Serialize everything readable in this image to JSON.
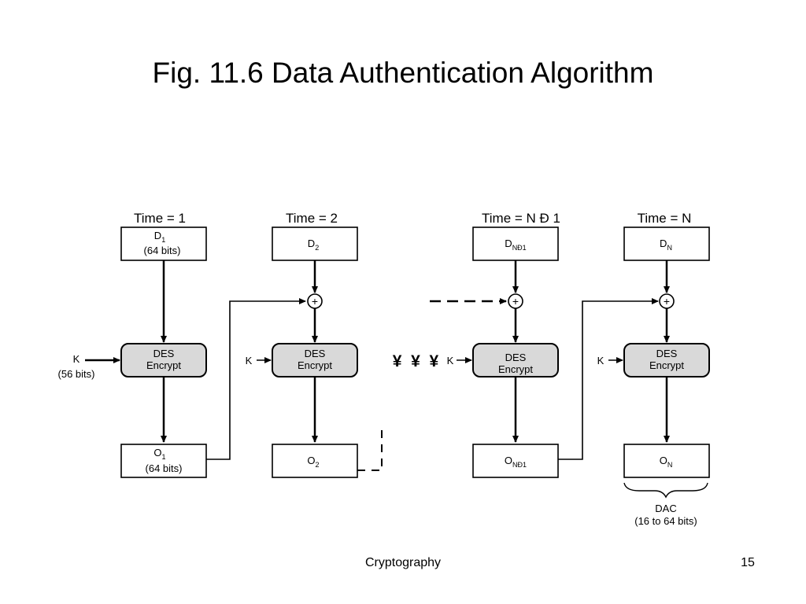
{
  "slide": {
    "title": "Fig. 11.6 Data Authentication Algorithm",
    "footer": "Cryptography",
    "page_number": "15"
  },
  "diagram": {
    "stages": [
      {
        "time_label": "Time = 1",
        "data": {
          "name": "D",
          "sub": "1",
          "extra": "(64 bits)"
        },
        "cipher": [
          "DES",
          "Encrypt"
        ],
        "output": {
          "name": "O",
          "sub": "1",
          "extra": "(64 bits)"
        },
        "key_label": "K",
        "key_extra": "(56 bits)"
      },
      {
        "time_label": "Time = 2",
        "data": {
          "name": "D",
          "sub": "2",
          "extra": ""
        },
        "cipher": [
          "DES",
          "Encrypt"
        ],
        "output": {
          "name": "O",
          "sub": "2",
          "extra": ""
        },
        "key_label": "K"
      },
      {
        "time_label": "Time = N Đ 1",
        "data": {
          "name": "D",
          "sub": "NĐ1",
          "extra": ""
        },
        "cipher": [
          "DES",
          "Encrypt"
        ],
        "output": {
          "name": "O",
          "sub": "NĐ1",
          "extra": ""
        },
        "key_label": "K"
      },
      {
        "time_label": "Time = N",
        "data": {
          "name": "D",
          "sub": "N",
          "extra": ""
        },
        "cipher": [
          "DES",
          "Encrypt"
        ],
        "output": {
          "name": "O",
          "sub": "N",
          "extra": ""
        },
        "key_label": "K"
      }
    ],
    "ellipsis": "¥  ¥  ¥",
    "dac_label": "DAC",
    "dac_extra": "(16 to 64 bits)",
    "xor_symbol": "+"
  },
  "colors": {
    "box_stroke": "#000000",
    "cipher_fill": "#d9d9d9",
    "line": "#000000"
  }
}
